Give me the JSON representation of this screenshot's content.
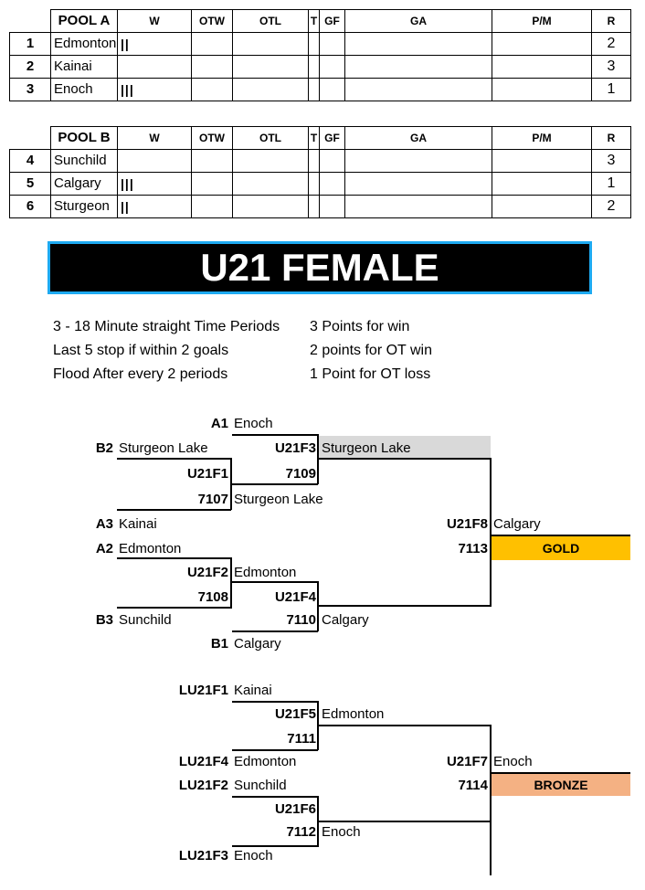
{
  "pool_a": {
    "name": "POOL A",
    "columns": [
      "W",
      "OTW",
      "OTL",
      "T",
      "GF",
      "GA",
      "P/M",
      "R"
    ],
    "rows": [
      {
        "seed": "1",
        "team": "Edmonton",
        "w": "||",
        "r": "2"
      },
      {
        "seed": "2",
        "team": "Kainai",
        "w": "",
        "r": "3"
      },
      {
        "seed": "3",
        "team": "Enoch",
        "w": "|||",
        "r": "1"
      }
    ]
  },
  "pool_b": {
    "name": "POOL B",
    "columns": [
      "W",
      "OTW",
      "OTL",
      "T",
      "GF",
      "GA",
      "P/M",
      "R"
    ],
    "rows": [
      {
        "seed": "4",
        "team": "Sunchild",
        "w": "",
        "r": "3"
      },
      {
        "seed": "5",
        "team": "Calgary",
        "w": "|||",
        "r": "1"
      },
      {
        "seed": "6",
        "team": "Sturgeon",
        "w": "||",
        "r": "2"
      }
    ]
  },
  "banner": {
    "title": "U21 FEMALE"
  },
  "rules": {
    "left": [
      "3 - 18 Minute straight Time Periods",
      "Last 5 stop if within 2 goals",
      "Flood After every 2 periods"
    ],
    "right": [
      "3 Points for win",
      "2 points for OT win",
      "1 Point for OT loss"
    ]
  },
  "championship": {
    "a1": {
      "code": "A1",
      "team": "Enoch"
    },
    "b2": {
      "code": "B2",
      "team": "Sturgeon Lake"
    },
    "g1": {
      "code": "U21F1",
      "num": "7107",
      "winner": "Sturgeon Lake"
    },
    "a3": {
      "code": "A3",
      "team": "Kainai"
    },
    "g3": {
      "code": "U21F3",
      "num": "7109",
      "winner": "Sturgeon Lake"
    },
    "a2": {
      "code": "A2",
      "team": "Edmonton"
    },
    "g2": {
      "code": "U21F2",
      "num": "7108",
      "winner": "Edmonton"
    },
    "b3": {
      "code": "B3",
      "team": "Sunchild"
    },
    "g4": {
      "code": "U21F4",
      "num": "7110",
      "winner": "Calgary"
    },
    "b1": {
      "code": "B1",
      "team": "Calgary"
    },
    "final": {
      "code": "U21F8",
      "num": "7113",
      "winner": "Calgary",
      "medal": "GOLD",
      "medal_color": "#ffc000"
    },
    "highlight_color": "#d9d9d9"
  },
  "consolation": {
    "l1": {
      "code": "LU21F1",
      "team": "Kainai"
    },
    "g5": {
      "code": "U21F5",
      "num": "7111",
      "winner": "Edmonton"
    },
    "l4": {
      "code": "LU21F4",
      "team": "Edmonton"
    },
    "l2": {
      "code": "LU21F2",
      "team": "Sunchild"
    },
    "g6": {
      "code": "U21F6",
      "num": "7112",
      "winner": "Enoch"
    },
    "l3": {
      "code": "LU21F3",
      "team": "Enoch"
    },
    "final": {
      "code": "U21F7",
      "num": "7114",
      "winner": "Enoch",
      "medal": "BRONZE",
      "medal_color": "#f4b183"
    }
  }
}
